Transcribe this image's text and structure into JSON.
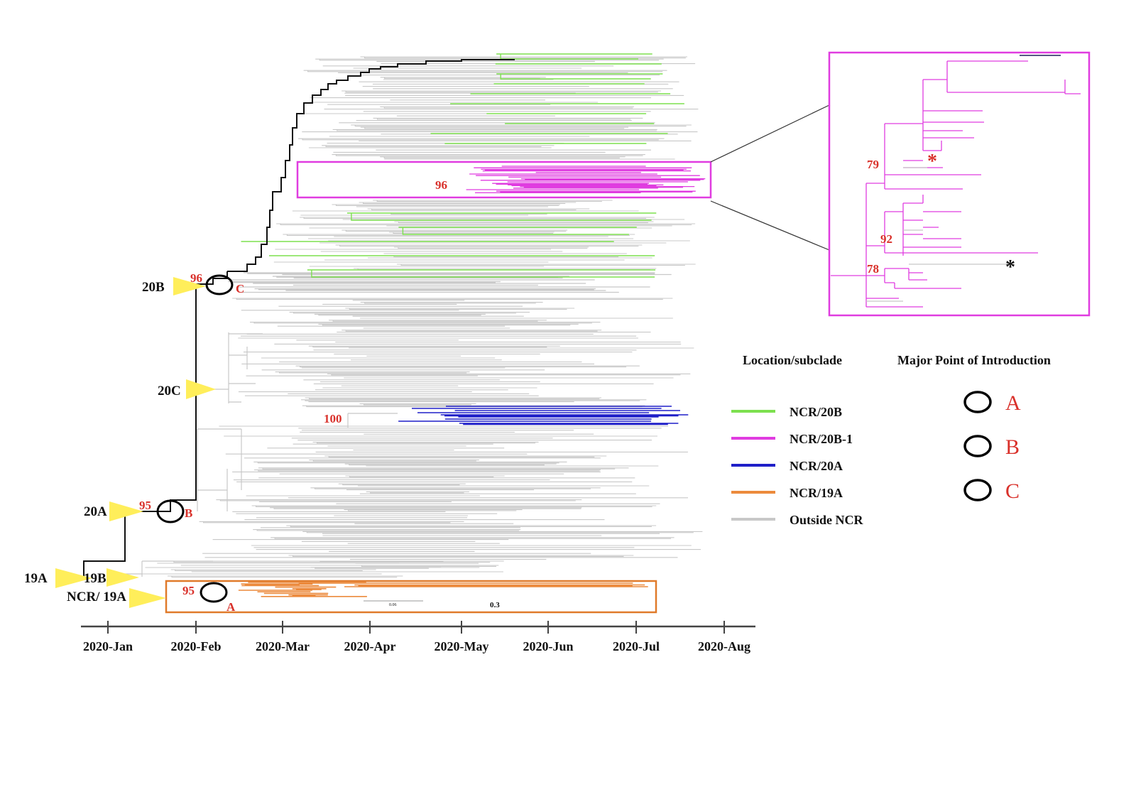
{
  "colors": {
    "ncr_20b": "#7de04f",
    "ncr_20b1": "#e03ce0",
    "ncr_20a": "#1f1fc8",
    "ncr_19a": "#ec8a3c",
    "outside": "#c8c8c8",
    "backbone": "#111111",
    "support_label": "#d9312b",
    "clade_marker": "#ffee5a"
  },
  "axis": {
    "ticks": [
      "2020-Jan",
      "2020-Feb",
      "2020-Mar",
      "2020-Apr",
      "2020-May",
      "2020-Jun",
      "2020-Jul",
      "2020-Aug"
    ]
  },
  "clades": {
    "c19a": "19A",
    "c19b": "19B",
    "ncr19a": "NCR/ 19A",
    "c20a": "20A",
    "c20b": "20B",
    "c20c": "20C"
  },
  "support": {
    "s96_20b": "96",
    "s96_inner": "96",
    "s95_20a": "95",
    "s95_19a": "95",
    "s100": "100",
    "inset_79": "79",
    "inset_92": "92",
    "inset_78": "78"
  },
  "introductions": {
    "a": "A",
    "b": "B",
    "c": "C"
  },
  "scale": {
    "small": "0.06",
    "large": "0.3"
  },
  "asterisks": {
    "red": "*",
    "black": "*"
  },
  "legend": {
    "title": "Location/subclade",
    "items": [
      {
        "label": "NCR/20B",
        "color": "#7de04f"
      },
      {
        "label": "NCR/20B-1",
        "color": "#e03ce0"
      },
      {
        "label": "NCR/20A",
        "color": "#1f1fc8"
      },
      {
        "label": "NCR/19A",
        "color": "#ec8a3c"
      },
      {
        "label": "Outside NCR",
        "color": "#c8c8c8"
      }
    ]
  },
  "introduction_legend": {
    "title": "Major Point of Introduction",
    "items": [
      "A",
      "B",
      "C"
    ]
  }
}
